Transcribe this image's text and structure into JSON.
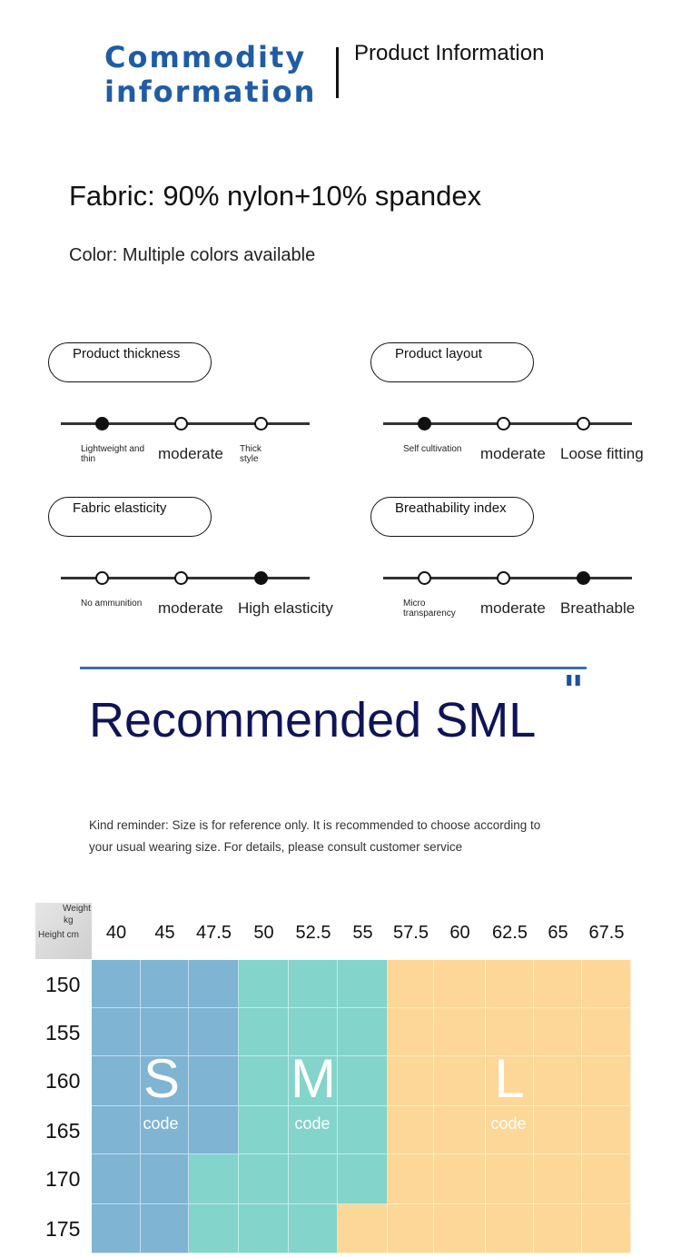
{
  "header": {
    "title_line1": "Commodity",
    "title_line2": "information",
    "subtitle": "Product Information"
  },
  "fabric": "Fabric: 90% nylon+10% spandex",
  "color": "Color: Multiple colors available",
  "attributes": [
    {
      "title": "Product thickness",
      "options": [
        "Lightweight and thin",
        "moderate",
        "Thick style"
      ],
      "selected": 0
    },
    {
      "title": "Product layout",
      "options": [
        "Self cultivation",
        "moderate",
        "Loose fitting"
      ],
      "selected": 0
    },
    {
      "title": "Fabric elasticity",
      "options": [
        "No ammunition",
        "moderate",
        "High elasticity"
      ],
      "selected": 2
    },
    {
      "title": "Breathability index",
      "options": [
        "Micro transparency",
        "moderate",
        "Breathable"
      ],
      "selected": 2
    }
  ],
  "recommend": {
    "title": "Recommended SML",
    "reminder_line1": "Kind reminder: Size is for reference only. It is recommended to choose according to",
    "reminder_line2": "your usual wearing size. For details, please consult customer service"
  },
  "size_chart": {
    "corner": {
      "weight": "Weight",
      "kg": "kg",
      "height": "Height cm"
    },
    "weights": [
      "40",
      "45",
      "47.5",
      "50",
      "52.5",
      "55",
      "57.5",
      "60",
      "62.5",
      "65",
      "67.5"
    ],
    "heights": [
      "150",
      "155",
      "160",
      "165",
      "170",
      "175"
    ],
    "sizes": [
      [
        "S",
        "S",
        "S",
        "M",
        "M",
        "M",
        "L",
        "L",
        "L",
        "L",
        "L"
      ],
      [
        "S",
        "S",
        "S",
        "M",
        "M",
        "M",
        "L",
        "L",
        "L",
        "L",
        "L"
      ],
      [
        "S",
        "S",
        "S",
        "M",
        "M",
        "M",
        "L",
        "L",
        "L",
        "L",
        "L"
      ],
      [
        "S",
        "S",
        "S",
        "M",
        "M",
        "M",
        "L",
        "L",
        "L",
        "L",
        "L"
      ],
      [
        "S",
        "S",
        "M",
        "M",
        "M",
        "M",
        "L",
        "L",
        "L",
        "L",
        "L"
      ],
      [
        "S",
        "S",
        "M",
        "M",
        "M",
        "L",
        "L",
        "L",
        "L",
        "L",
        "L"
      ]
    ],
    "labels": {
      "S": "S",
      "M": "M",
      "L": "L",
      "code": "code"
    },
    "colors": {
      "S": "#7fb4d2",
      "M": "#83d4ca",
      "L": "#fdd797"
    }
  }
}
